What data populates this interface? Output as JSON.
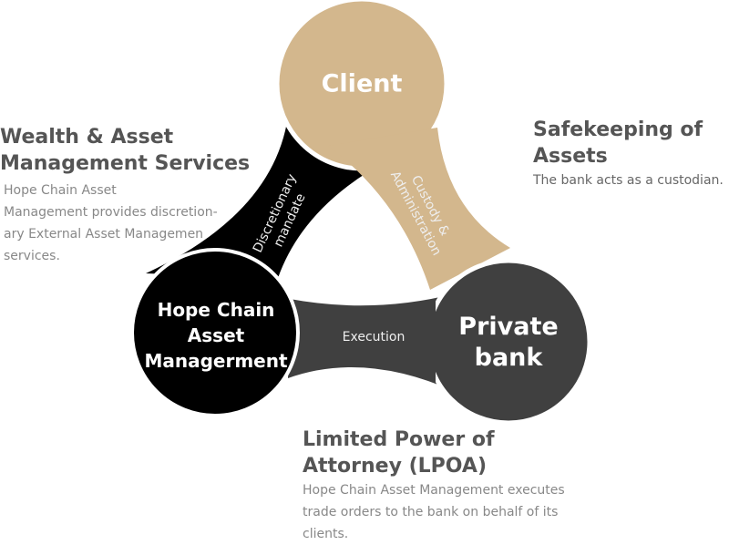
{
  "colors": {
    "client": "#d3b78d",
    "private_bank": "#404040",
    "hope_chain": "#000000"
  },
  "nodes": {
    "client": "Client",
    "private_bank_line1": "Private",
    "private_bank_line2": "bank",
    "hope_line1": "Hope Chain",
    "hope_line2": "Asset",
    "hope_line3": "Managerment"
  },
  "flows": {
    "discretionary_line1": "Discretionary",
    "discretionary_line2": "mandate",
    "custody_line1": "Custody &",
    "custody_line2": "Administration",
    "execution": "Execution"
  },
  "wealth": {
    "title_line1": "Wealth & Asset",
    "title_line2": "Management Services",
    "body_lines": [
      "Hope Chain Asset",
      "Management provides discretion-",
      "ary External Asset Managemen",
      "services."
    ]
  },
  "safekeeping": {
    "title_line1": "Safekeeping of",
    "title_line2": "Assets",
    "body": "The bank acts as a custodian."
  },
  "lpoa": {
    "title_line1": "Limited Power of",
    "title_line2": "Attorney (LPOA)",
    "body_lines": [
      "Hope Chain Asset Management executes",
      "trade orders to the bank on behalf of its",
      "clients."
    ]
  }
}
